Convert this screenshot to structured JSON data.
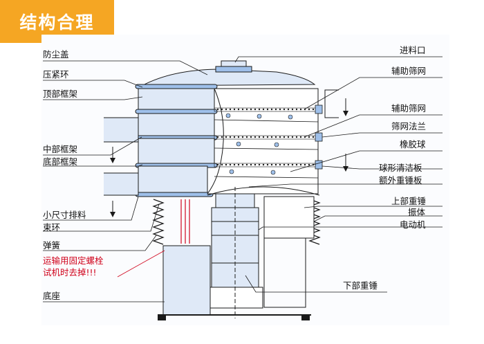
{
  "banner": {
    "title": "结构合理"
  },
  "labels": {
    "fangchengai": "防尘盖",
    "yajinhuan": "压紧环",
    "dingbu": "顶部框架",
    "zhongbu": "中部框架",
    "dibu": "底部框架",
    "paiiao": "小尺寸排料",
    "shuhuan": "束环",
    "tanhuang": "弹簧",
    "warning1": "运输用固定螺栓",
    "warning2": "试机时去掉!!!",
    "dizuo": "底座",
    "jinliaokou": "进料口",
    "fuzhu1": "辅助筛网",
    "fuzhu2": "辅助筛网",
    "shaiwangfalan": "筛网法兰",
    "xiangjiaoqiu": "橡胶球",
    "qiuxingqingjieban": "球形清洁板",
    "ewaizhongchuiban": "额外重锤板",
    "shangbuzhongchui": "上部重锤",
    "zhenti": "振体",
    "diandongji": "电动机",
    "xiabuzhongchui": "下部重锤"
  },
  "colors": {
    "banner": "#f5a623",
    "line": "#1a1a1a",
    "body": "#dfe9f7",
    "blue": "#9fc0ea",
    "red": "#d0021b"
  }
}
